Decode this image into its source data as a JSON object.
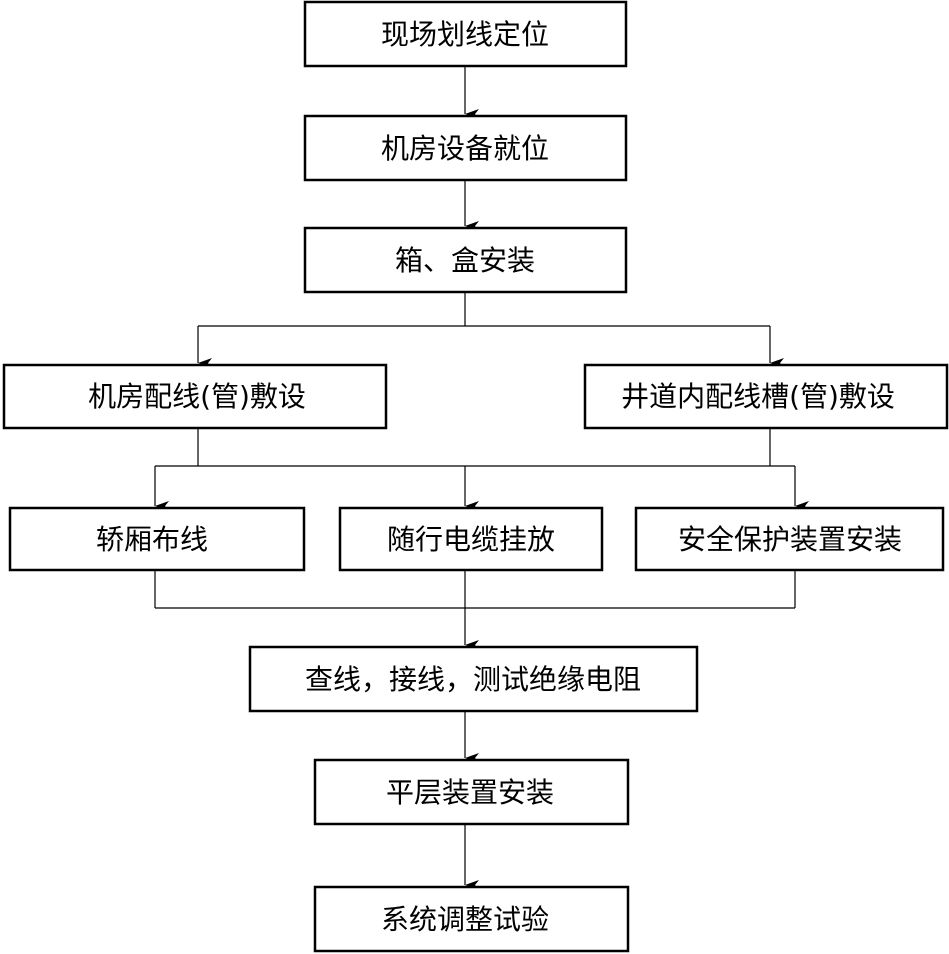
{
  "steps": {
    "s1": "现场划线定位",
    "s2": "机房设备就位",
    "s3": "箱、盒安装",
    "s4a": "机房配线(管)敷设",
    "s4b": "井道内配线槽(管)敷设",
    "s5a": "轿厢布线",
    "s5b": "随行电缆挂放",
    "s5c": "安全保护装置安装",
    "s6": "查线，接线，测试绝缘电阻",
    "s7": "平层装置安装",
    "s8": "系统调整试验"
  }
}
